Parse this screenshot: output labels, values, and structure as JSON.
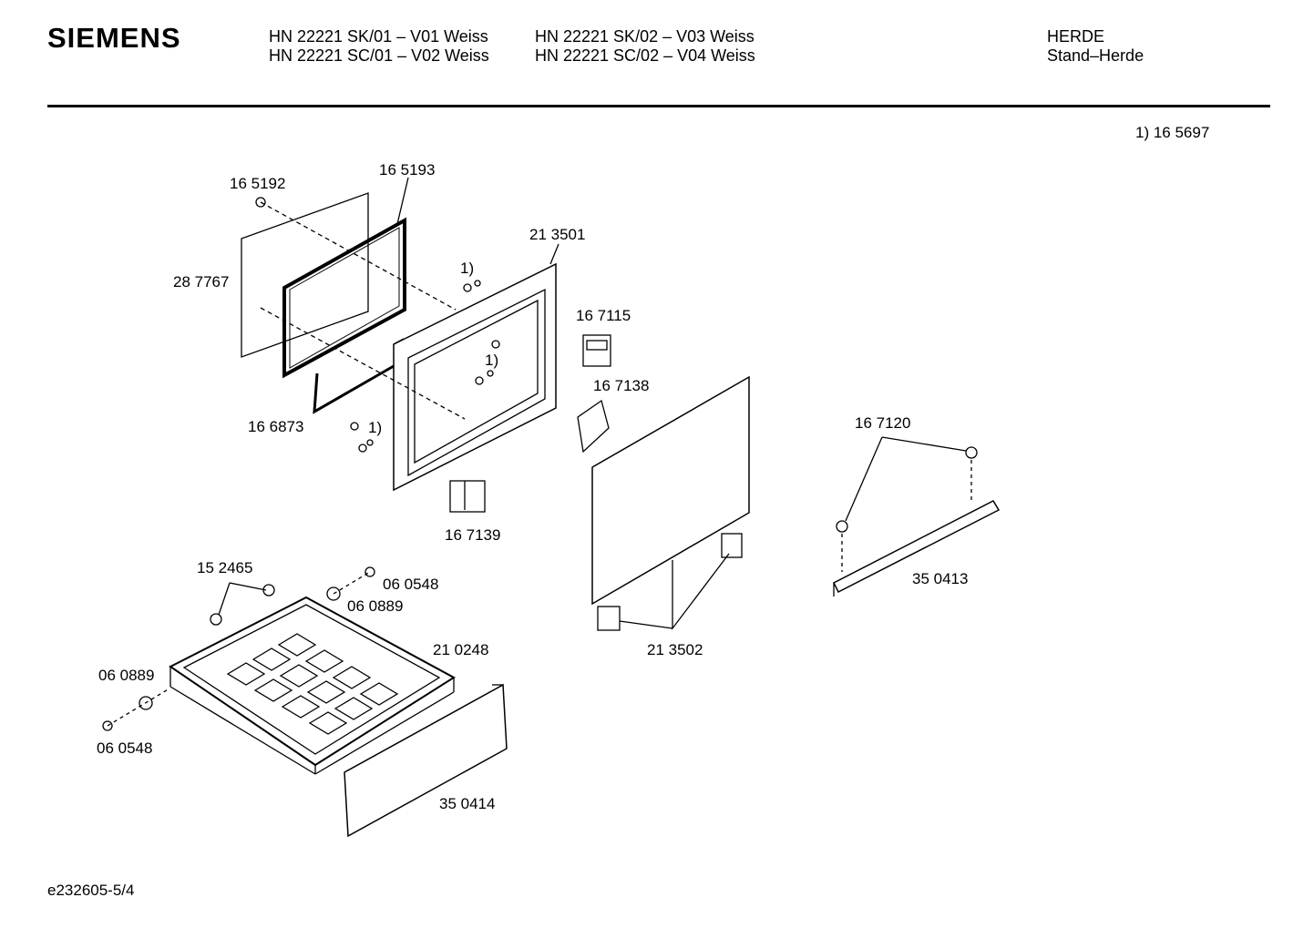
{
  "header": {
    "brand": "SIEMENS",
    "models_col1": [
      "HN 22221 SK/01 – V01 Weiss",
      "HN 22221 SC/01 – V02 Weiss"
    ],
    "models_col2": [
      "HN 22221 SK/02 – V03 Weiss",
      "HN 22221 SC/02 – V04 Weiss"
    ],
    "category": "HERDE",
    "subcategory": "Stand–Herde"
  },
  "note": "1) 16 5697",
  "parts": {
    "p165192": "16 5192",
    "p165193": "16 5193",
    "p287767": "28 7767",
    "p213501": "21 3501",
    "p166873": "16 6873",
    "p167115": "16 7115",
    "p167138": "16 7138",
    "p167139": "16 7139",
    "p167120": "16 7120",
    "p350413": "35 0413",
    "p213502": "21 3502",
    "p152465": "15 2465",
    "p060548a": "06 0548",
    "p060889a": "06 0889",
    "p210248": "21 0248",
    "p060889b": "06 0889",
    "p060548b": "06 0548",
    "p350414": "35 0414",
    "ref1": "1)"
  },
  "footer": {
    "doc_id": "e232605-5/4"
  }
}
